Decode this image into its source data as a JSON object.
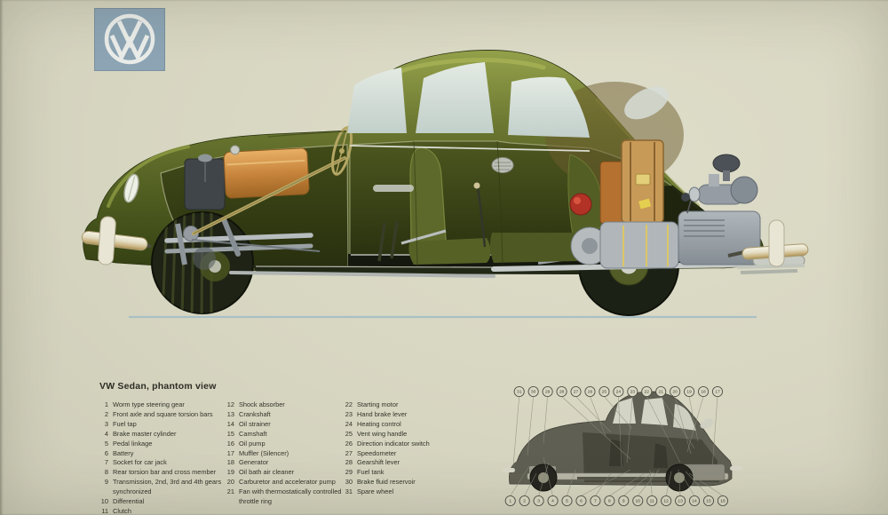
{
  "colors": {
    "bg": "#d7d6c1",
    "bg_light": "#deddc9",
    "ink": "#34342b",
    "logo_bg": "#8ca4b4",
    "logo_emblem": "#eaece9",
    "body_olive": "#66702b",
    "body_highlight": "#a9b457",
    "cabin_dark": "#2c3410",
    "fuel_tank_orange": "#c8853c",
    "chassis_silver": "#c6cbc9",
    "engine_gray": "#9ba2aa",
    "gasket_yellow": "#dcc766",
    "heater_red": "#b23226",
    "luggage_tan": "#c89a58",
    "chrome": "#ece7d6",
    "glass": "#d3dbd5",
    "ground_line": "#a9c0c5",
    "tire": "#1e2316"
  },
  "logo": {
    "label": "VW"
  },
  "legend": {
    "title": "VW Sedan, phantom view",
    "columns": [
      {
        "items": [
          {
            "n": "1",
            "text": "Worm type steering gear"
          },
          {
            "n": "2",
            "text": "Front axle and square torsion bars"
          },
          {
            "n": "3",
            "text": "Fuel tap"
          },
          {
            "n": "4",
            "text": "Brake master cylinder"
          },
          {
            "n": "5",
            "text": "Pedal linkage"
          },
          {
            "n": "6",
            "text": "Battery"
          },
          {
            "n": "7",
            "text": "Socket for car jack"
          },
          {
            "n": "8",
            "text": "Rear torsion bar and cross member"
          },
          {
            "n": "9",
            "text": "Transmission, 2nd, 3rd and 4th gears synchronized"
          },
          {
            "n": "10",
            "text": "Differential"
          },
          {
            "n": "11",
            "text": "Clutch"
          }
        ]
      },
      {
        "items": [
          {
            "n": "12",
            "text": "Shock absorber"
          },
          {
            "n": "13",
            "text": "Crankshaft"
          },
          {
            "n": "14",
            "text": "Oil strainer"
          },
          {
            "n": "15",
            "text": "Camshaft"
          },
          {
            "n": "16",
            "text": "Oil pump"
          },
          {
            "n": "17",
            "text": "Muffler (Silencer)"
          },
          {
            "n": "18",
            "text": "Generator"
          },
          {
            "n": "19",
            "text": "Oil bath air cleaner"
          },
          {
            "n": "20",
            "text": "Carburetor and accelerator pump"
          },
          {
            "n": "21",
            "text": "Fan with thermostatically controlled throttle ring"
          }
        ]
      },
      {
        "items": [
          {
            "n": "22",
            "text": "Starting motor"
          },
          {
            "n": "23",
            "text": "Hand brake lever"
          },
          {
            "n": "24",
            "text": "Heating control"
          },
          {
            "n": "25",
            "text": "Vent wing handle"
          },
          {
            "n": "26",
            "text": "Direction indicator switch"
          },
          {
            "n": "27",
            "text": "Speedometer"
          },
          {
            "n": "28",
            "text": "Gearshift lever"
          },
          {
            "n": "29",
            "text": "Fuel tank"
          },
          {
            "n": "30",
            "text": "Brake fluid reservoir"
          },
          {
            "n": "31",
            "text": "Spare wheel"
          }
        ]
      }
    ]
  },
  "mini_diagram": {
    "top_callouts": [
      "31",
      "30",
      "29",
      "28",
      "27",
      "26",
      "25",
      "24",
      "23",
      "22",
      "21",
      "20",
      "19",
      "18",
      "17"
    ],
    "bottom_callouts": [
      "1",
      "2",
      "3",
      "4",
      "5",
      "6",
      "7",
      "8",
      "9",
      "10",
      "11",
      "12",
      "13",
      "14",
      "15",
      "16"
    ]
  }
}
